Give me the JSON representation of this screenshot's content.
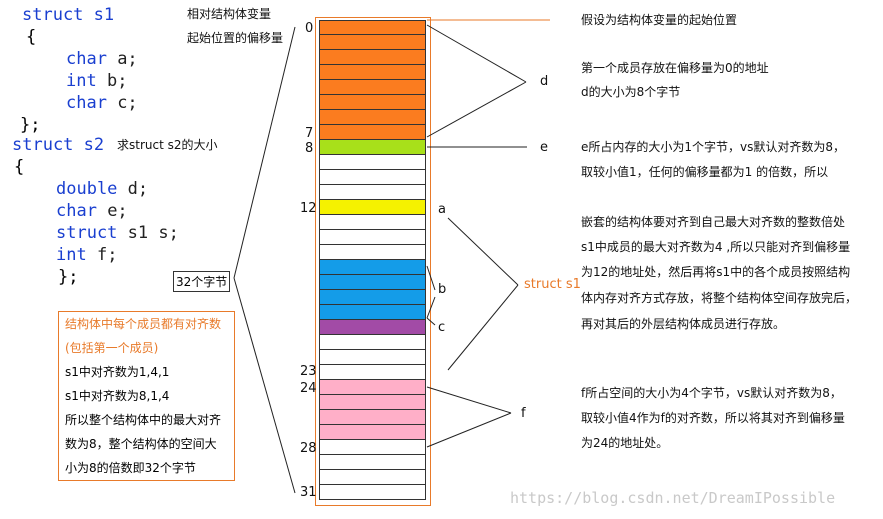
{
  "code": {
    "s1_header": [
      "struct",
      " s1"
    ],
    "s1_open": "{",
    "s1_members": [
      [
        "char",
        " a;"
      ],
      [
        "int",
        " b;"
      ],
      [
        "char",
        " c;"
      ]
    ],
    "s1_close": "};",
    "s2_header": [
      "struct",
      " s2"
    ],
    "s2_question": "求struct s2的大小",
    "s2_open": "{",
    "s2_members": [
      [
        "double",
        " d;"
      ],
      [
        "char",
        " e;"
      ],
      [
        "struct",
        "  s1 s;"
      ],
      [
        "int",
        " f;"
      ]
    ],
    "s2_close": "};"
  },
  "offset_caption": [
    "相对结构体变量",
    "起始位置的偏移量"
  ],
  "total_bytes": "32个字节",
  "summary": {
    "lines": [
      "结构体中每个成员都有对齐数",
      "(包括第一个成员)",
      "s1中对齐数为1,4,1",
      "s1中对齐数为8,1,4",
      "所以整个结构体中的最大对齐",
      "数为8，整个结构体的空间大",
      "小为8的倍数即32个字节"
    ]
  },
  "offsets": [
    "0",
    "7",
    "8",
    "12",
    "23",
    "24",
    "28",
    "31"
  ],
  "memory": {
    "cells": [
      "d",
      "d",
      "d",
      "d",
      "d",
      "d",
      "d",
      "d",
      "e",
      "",
      "",
      "",
      "a",
      "",
      "",
      "",
      "b",
      "b",
      "b",
      "b",
      "c",
      "",
      "",
      "",
      "f",
      "f",
      "f",
      "f",
      "",
      "",
      "",
      ""
    ],
    "colors": {
      "d": "#fb7c1f",
      "e": "#a8e01a",
      "a": "#f5f200",
      "b": "#149ce8",
      "c": "#a24ba6",
      "f": "#ffafc8",
      "": "#ffffff"
    }
  },
  "labels": {
    "d": "d",
    "e": "e",
    "a": "a",
    "b": "b",
    "c": "c",
    "f": "f",
    "struct_s1": "struct s1"
  },
  "explanations": {
    "start": "假设为结构体变量的起始位置",
    "d": [
      "第一个成员存放在偏移量为0的地址",
      "d的大小为8个字节"
    ],
    "e": [
      "e所占内存的大小为1个字节，vs默认对齐数为8，",
      "取较小值1，任何的偏移量都为1 的倍数，所以"
    ],
    "s1": [
      "嵌套的结构体要对齐到自己最大对齐数的整数倍处",
      "s1中成员的最大对齐数为4 ,所以只能对齐到偏移量",
      "为12的地址处，然后再将s1中的各个成员按照结构",
      "体内存对齐方式存放，将整个结构体空间存放完后，",
      "再对其后的外层结构体成员进行存放。"
    ],
    "f": [
      "f所占空间的大小为4个字节，vs默认对齐数为8，",
      "取较小值4作为f的对齐数，所以将其对齐到偏移量",
      "为24的地址处。"
    ]
  },
  "watermark": "https://blog.csdn.net/DreamIPossible"
}
